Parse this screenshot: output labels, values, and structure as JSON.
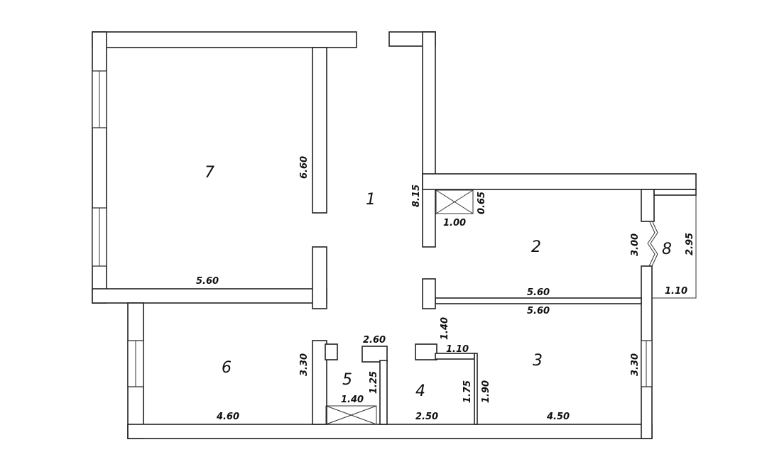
{
  "rooms": {
    "r1": "1",
    "r2": "2",
    "r3": "3",
    "r4": "4",
    "r5": "5",
    "r6": "6",
    "r7": "7",
    "r8": "8"
  },
  "dimensions": {
    "r7_height": "6.60",
    "r7_width": "5.60",
    "r1_height": "8.15",
    "vent2_height": "0.65",
    "vent2_width": "1.00",
    "r2_width": "5.60",
    "r2_height": "3.00",
    "r8_height": "2.95",
    "r8_width": "1.10",
    "r3_top_width": "5.60",
    "r3_height": "3.30",
    "r3_width": "4.50",
    "r6_height": "3.30",
    "r6_width": "4.60",
    "r5_top": "2.60",
    "r5_height": "1.25",
    "r5_width": "1.40",
    "r4_top": "1.40",
    "r4_step": "1.10",
    "r4_height": "1.75",
    "r4_right": "1.90",
    "r4_width": "2.50"
  }
}
